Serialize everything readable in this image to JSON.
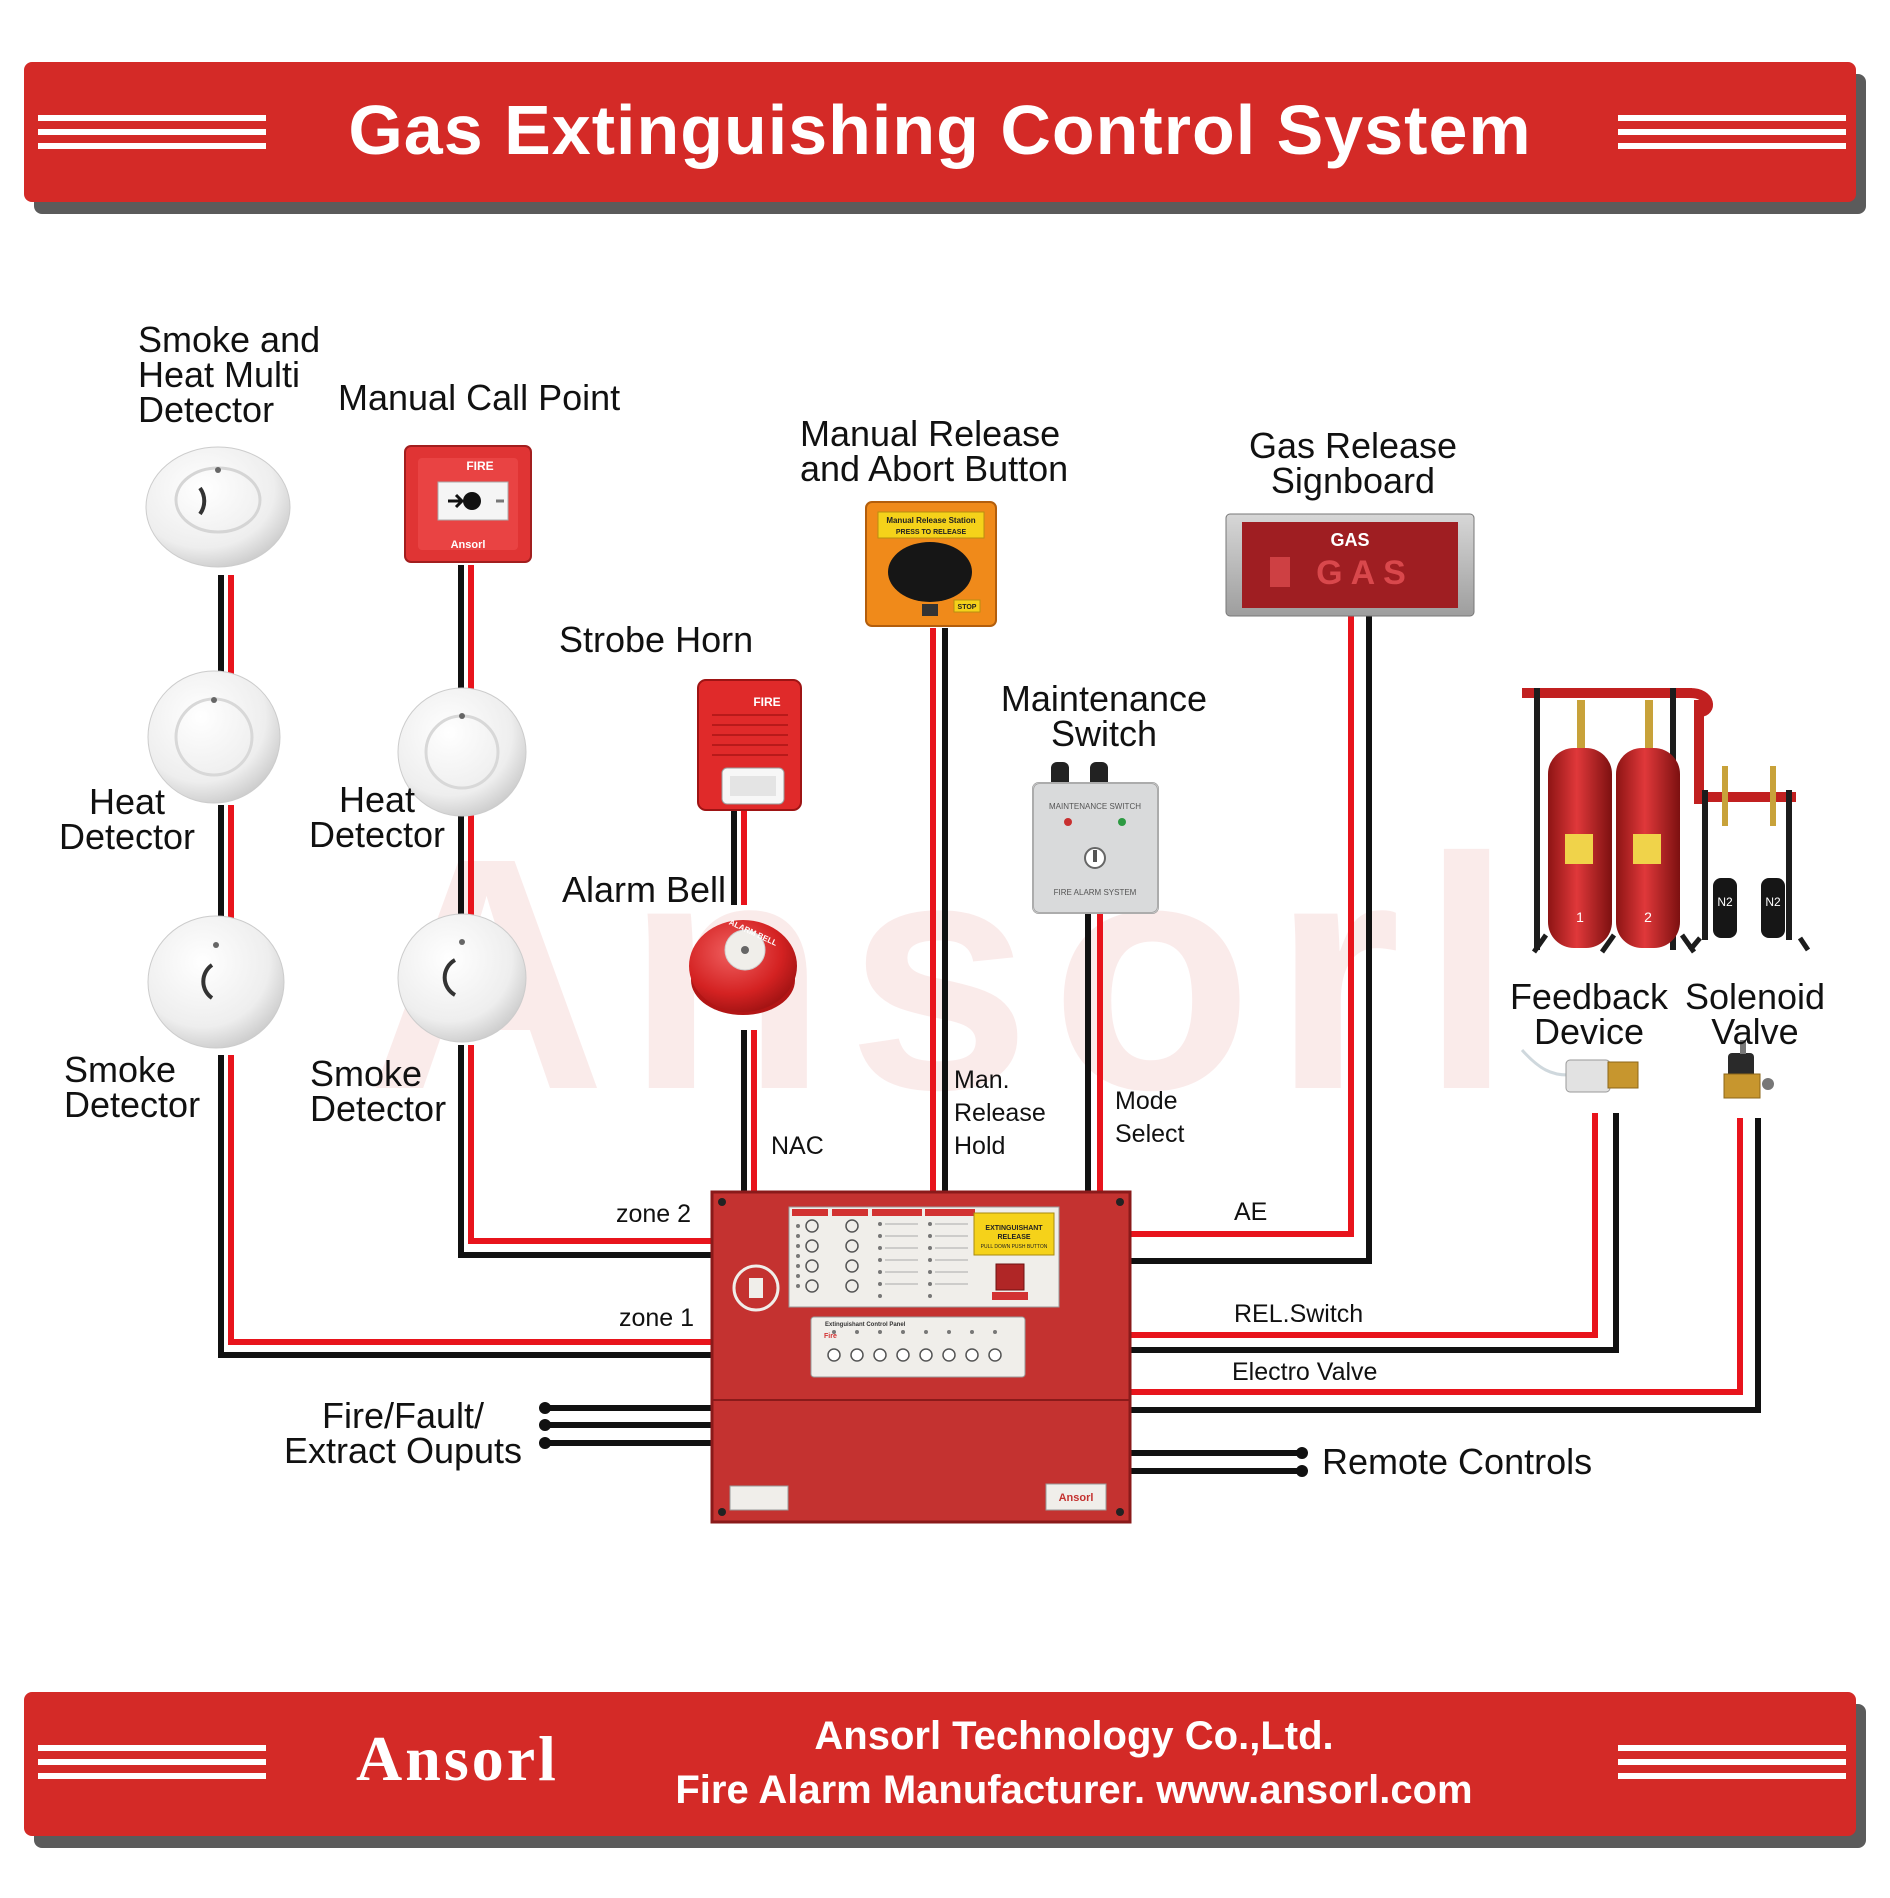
{
  "header": {
    "title": "Gas Extinguishing Control System"
  },
  "footer": {
    "brand": "Ansorl",
    "company": "Ansorl Technology Co.,Ltd.",
    "tagline": "Fire Alarm Manufacturer. www.ansorl.com"
  },
  "watermark": "Ansorl",
  "devices": {
    "multi_detector": [
      "Smoke and",
      "Heat Multi",
      "Detector"
    ],
    "call_point": "Manual Call Point",
    "heat1": [
      "Heat",
      "Detector"
    ],
    "heat2": [
      "Heat",
      "Detector"
    ],
    "smoke1": [
      "Smoke",
      "Detector"
    ],
    "smoke2": [
      "Smoke",
      "Detector"
    ],
    "strobe": "Strobe Horn",
    "bell": "Alarm Bell",
    "manual_release": [
      "Manual Release",
      "and Abort Button"
    ],
    "maintenance": [
      "Maintenance",
      "Switch"
    ],
    "gas_sign": [
      "Gas Release",
      "Signboard"
    ],
    "feedback": [
      "Feedback",
      "Device"
    ],
    "solenoid": [
      "Solenoid",
      "Valve"
    ],
    "outputs": [
      "Fire/Fault/",
      "Extract Ouputs"
    ],
    "remote": "Remote Controls"
  },
  "wires": {
    "zone2": "zone 2",
    "zone1": "zone 1",
    "nac": "NAC",
    "man_release": [
      "Man.",
      "Release",
      "Hold"
    ],
    "mode_select": [
      "Mode",
      "Select"
    ],
    "ae": "AE",
    "rel_switch": "REL.Switch",
    "electro": "Electro Valve"
  },
  "device_text": {
    "fire": "FIRE",
    "brand_small": "Ansorl",
    "mrs_title": "Manual Release Station",
    "mrs_sub": "PRESS TO RELEASE",
    "stop": "STOP",
    "gas": "GAS",
    "maint_title": "MAINTENANCE SWITCH",
    "maint_footer": "FIRE ALARM SYSTEM",
    "bell_text": "ALARM BELL",
    "n2": "N2",
    "cyl1": "1",
    "cyl2": "2"
  },
  "panel": {
    "release_label": [
      "EXTINGUISHANT",
      "RELEASE"
    ],
    "release_sub": "PULL DOWN PUSH BUTTON",
    "title": "Extinguishant Control Panel",
    "fire": "Fire",
    "brand": "Ansorl"
  },
  "colors": {
    "brand_red": "#d42a27",
    "wire_red": "#e8141c",
    "wire_black": "#111111",
    "panel_red": "#c43230"
  }
}
